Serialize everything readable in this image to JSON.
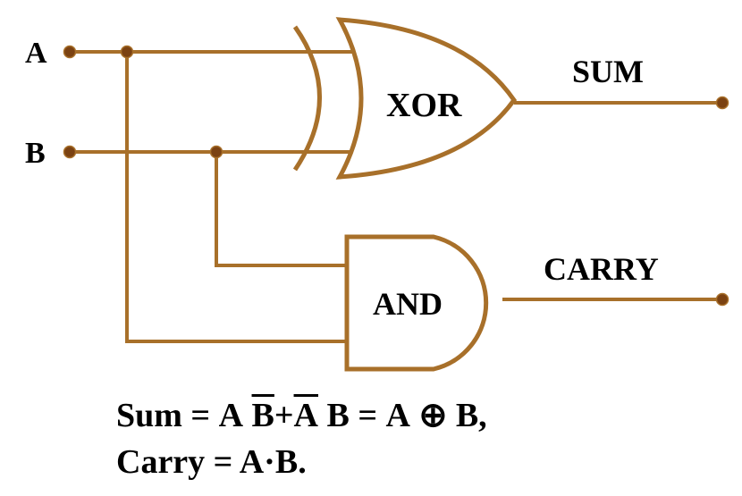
{
  "inputs": {
    "a": "A",
    "b": "B"
  },
  "gates": {
    "xor": "XOR",
    "and": "AND"
  },
  "outputs": {
    "sum": "SUM",
    "carry": "CARRY"
  },
  "formulas": {
    "sum": {
      "lhs": "Sum",
      "eq1": "=",
      "t1_a": "A",
      "t1_b": "B",
      "plus": "+",
      "t2_a": "A",
      "t2_b": "B",
      "eq2": "=",
      "x1": "A",
      "xor_symbol": "⊕",
      "x2": "B,"
    },
    "carry": {
      "text": "Carry = A·B."
    }
  },
  "colors": {
    "wire": "#a8702a",
    "node": "#7b4212",
    "text": "#000000"
  }
}
